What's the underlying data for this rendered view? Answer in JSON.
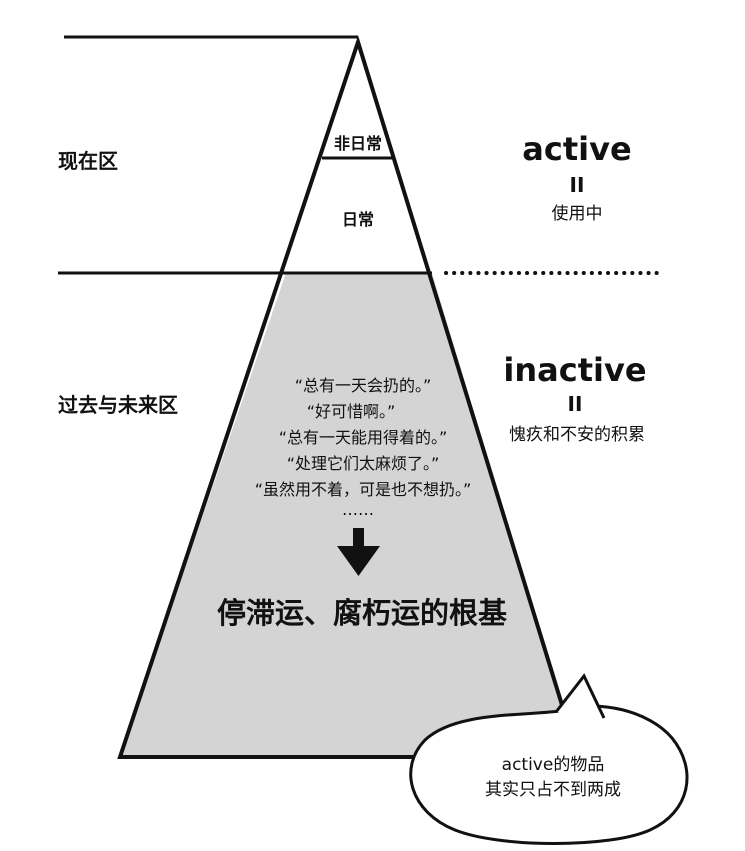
{
  "zones": {
    "present": "现在区",
    "past_future": "过去与未来区"
  },
  "pyramid": {
    "top_tier": "非日常",
    "middle_tier": "日常",
    "quotes": [
      "“总有一天会扔的。”",
      "“好可惜啊。”",
      "“总有一天能用得着的。”",
      "“处理它们太麻烦了。”",
      "“虽然用不着，可是也不想扔。”",
      "……"
    ],
    "conclusion": "停滞运、腐朽运的根基"
  },
  "active": {
    "title": "active",
    "equals": "II",
    "meaning": "使用中"
  },
  "inactive": {
    "title": "inactive",
    "equals": "II",
    "meaning": "愧疚和不安的积累"
  },
  "bubble": {
    "line1": "active的物品",
    "line2": "其实只占不到两成"
  },
  "colors": {
    "line": "#111111",
    "fill_gray": "#d4d4d4",
    "background": "#ffffff"
  },
  "icons": {
    "arrow": "arrow-down-icon"
  }
}
